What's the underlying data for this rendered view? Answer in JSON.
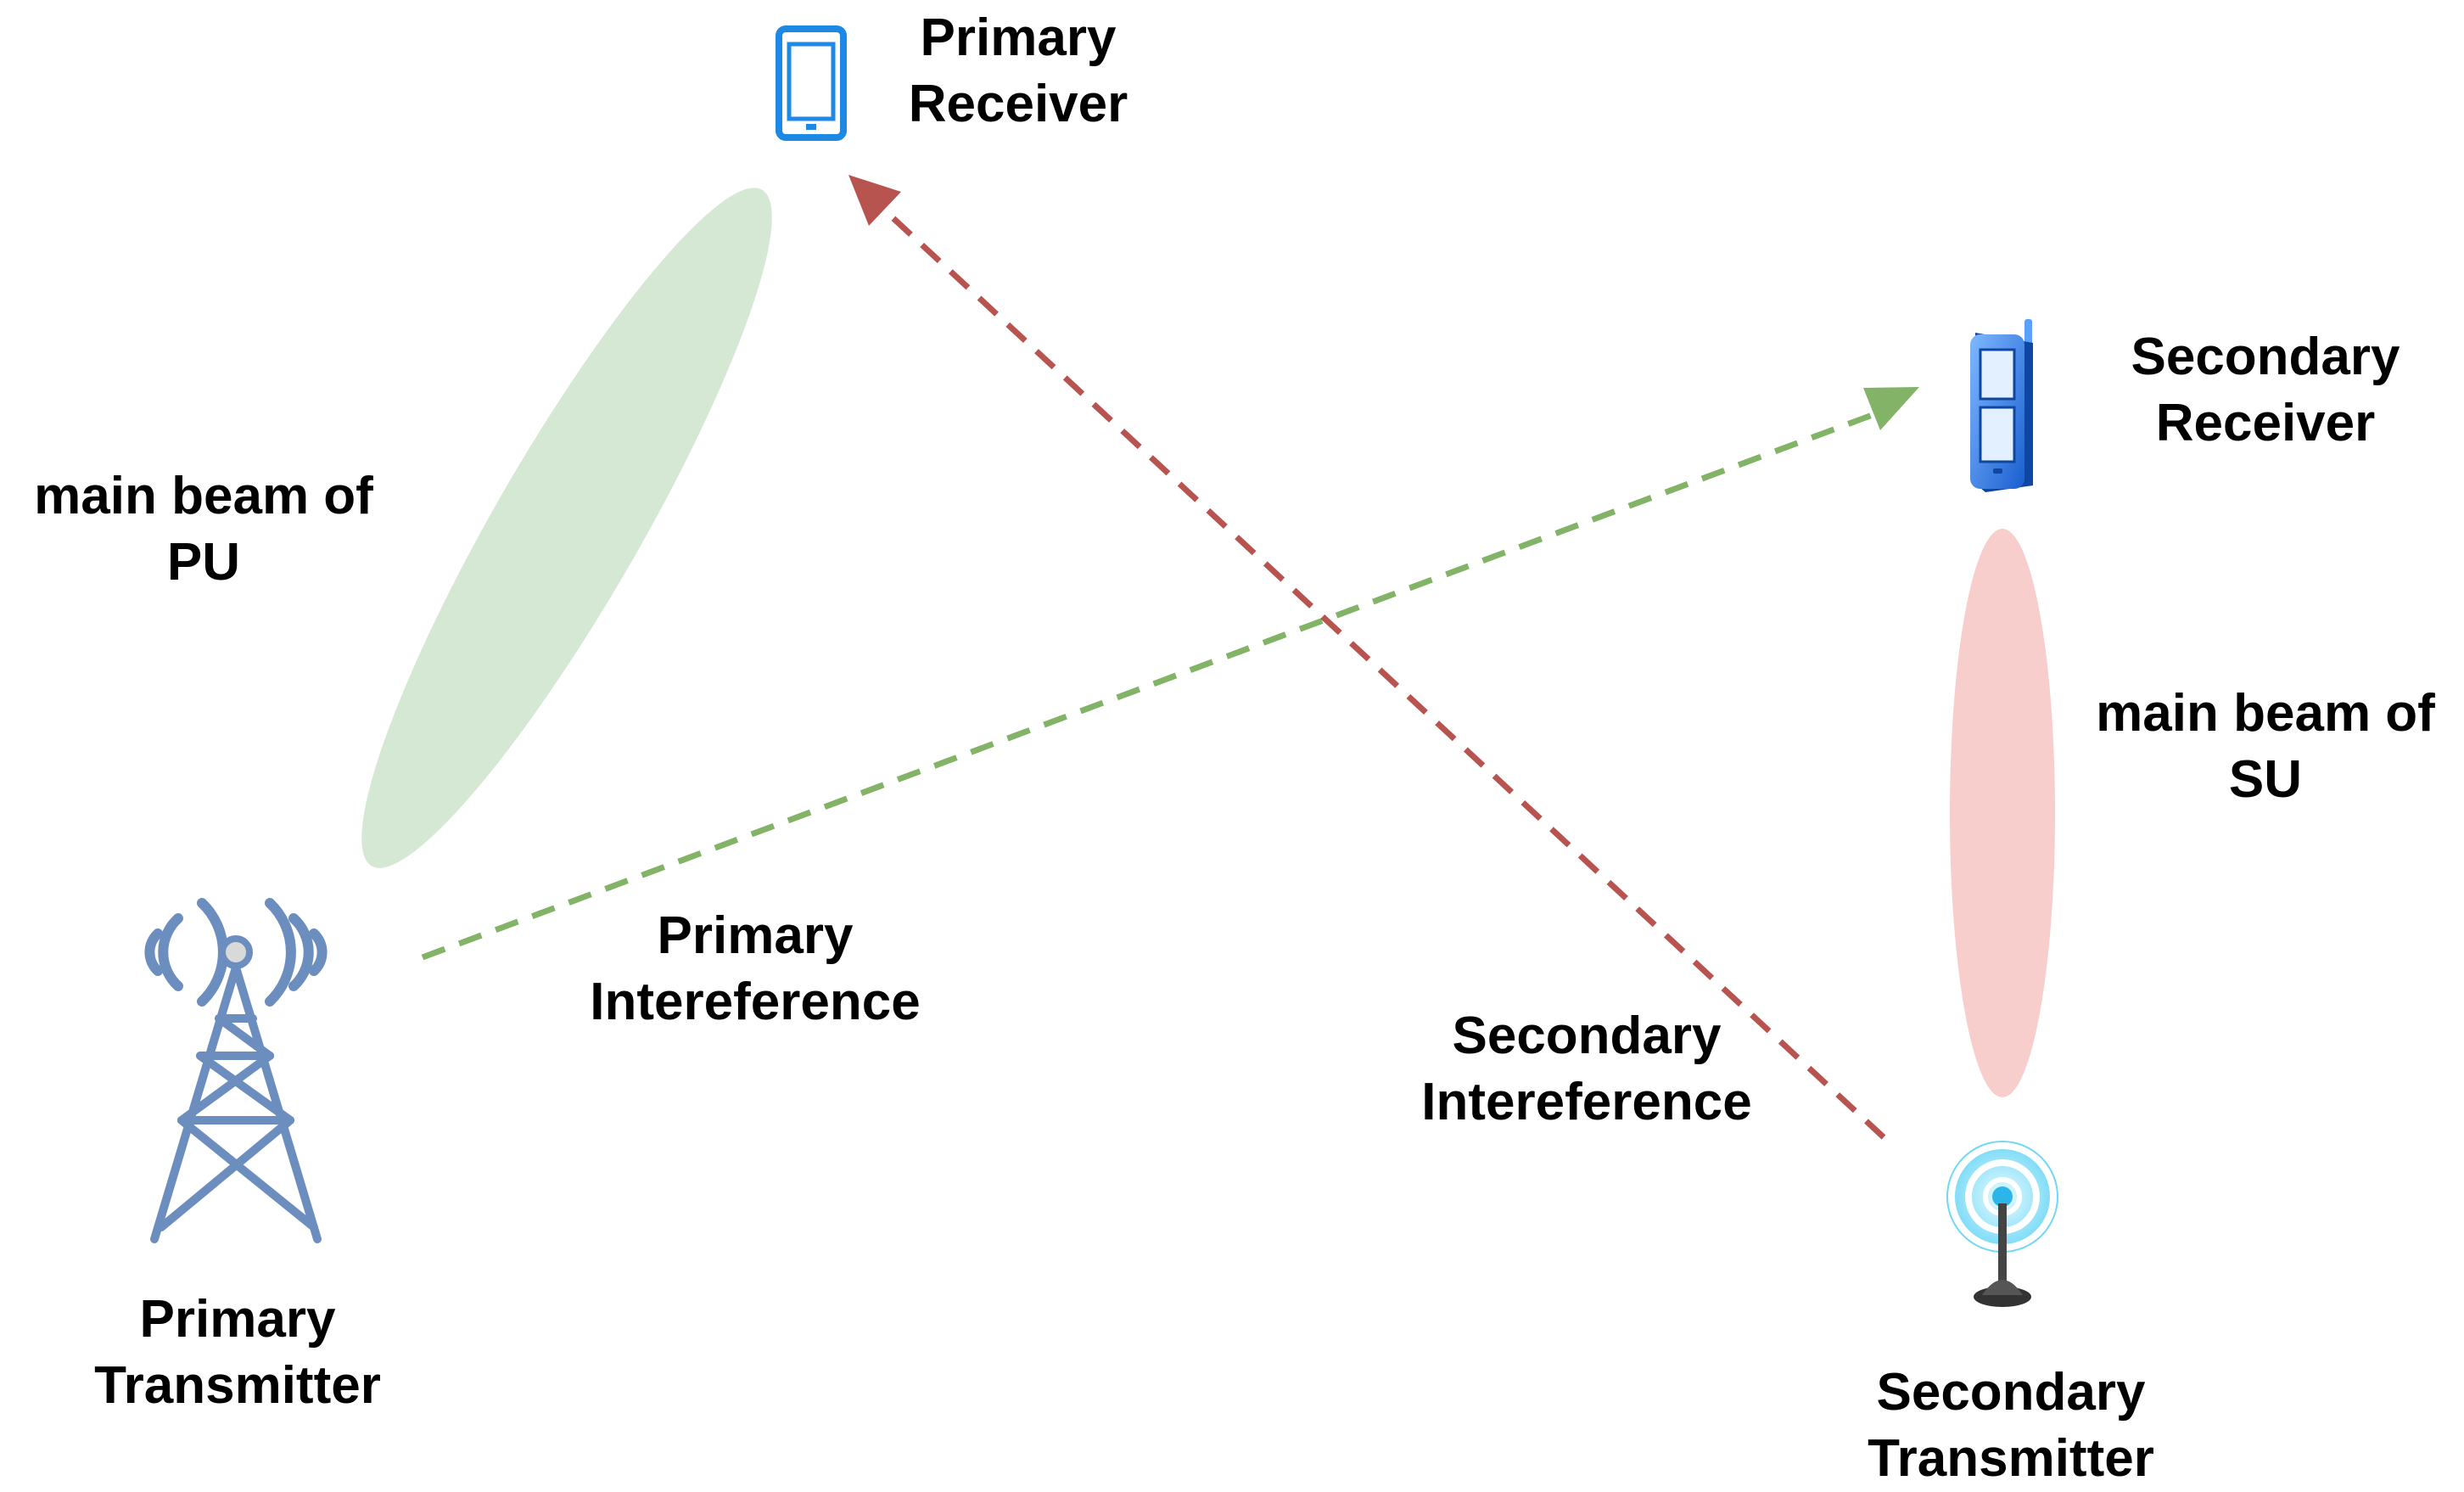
{
  "labels": {
    "primary_receiver": [
      "Primary",
      "Receiver"
    ],
    "secondary_receiver": [
      "Secondary",
      "Receiver"
    ],
    "main_beam_pu": [
      "main beam of",
      "PU"
    ],
    "main_beam_su": [
      "main beam of",
      "SU"
    ],
    "primary_interference": [
      "Primary",
      "Intereference"
    ],
    "secondary_interference": [
      "Secondary",
      "Intereference"
    ],
    "primary_transmitter": [
      "Primary",
      "Transmitter"
    ],
    "secondary_transmitter": [
      "Secondary",
      "Transmitter"
    ]
  },
  "colors": {
    "pu_beam": "#d5e8d4",
    "su_beam": "#f8cecc",
    "primary_interference_arrow": "#82b366",
    "secondary_interference_arrow": "#b85450",
    "tower": "#6c8ebf",
    "phone": "#1e88e5",
    "text": "#000000"
  },
  "icons": {
    "primary_receiver": "mobile-phone-icon",
    "secondary_receiver": "handheld-device-icon",
    "primary_transmitter": "radio-tower-icon",
    "secondary_transmitter": "antenna-signal-icon"
  }
}
